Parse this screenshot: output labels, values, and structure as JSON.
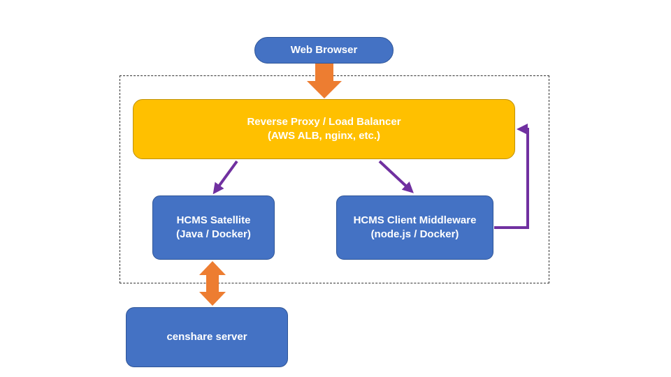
{
  "diagram": {
    "nodes": {
      "browser": {
        "label": "Web Browser"
      },
      "proxy": {
        "line1": "Reverse Proxy / Load Balancer",
        "line2": "(AWS ALB, nginx, etc.)"
      },
      "satellite": {
        "line1": "HCMS Satellite",
        "line2": "(Java / Docker)"
      },
      "middleware": {
        "line1": "HCMS Client Middleware",
        "line2": "(node.js / Docker)"
      },
      "censhare": {
        "label": "censhare server"
      }
    },
    "edges": [
      {
        "from": "browser",
        "to": "proxy",
        "style": "block-arrow"
      },
      {
        "from": "proxy",
        "to": "satellite",
        "style": "line-arrow"
      },
      {
        "from": "proxy",
        "to": "middleware",
        "style": "line-arrow"
      },
      {
        "from": "middleware",
        "to": "proxy",
        "style": "elbow-arrow"
      },
      {
        "from": "satellite",
        "to": "censhare",
        "style": "double-block-arrow"
      }
    ],
    "colors": {
      "node_blue": "#4472c4",
      "node_gold": "#ffc000",
      "block_arrow": "#ed7d31",
      "line_arrow": "#7030a0",
      "node_text": "#ffffff"
    }
  }
}
